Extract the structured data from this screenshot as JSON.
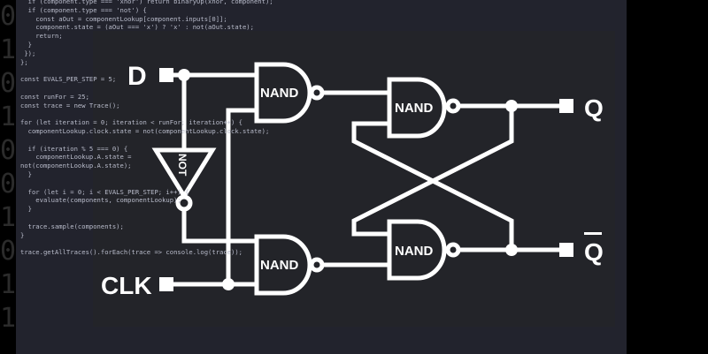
{
  "background_binary": "0\n1\n0\n1\n0\n0\n1\n0\n1\n1",
  "code_lines": [
    "  if (component.type === 'xnor') return binaryOp(xnor, component);",
    "  if (component.type === 'not') {",
    "    const aOut = componentLookup[component.inputs[0]];",
    "    component.state = (aOut === 'x') ? 'x' : not(aOut.state);",
    "    return;",
    "  }",
    " });",
    "};",
    "",
    "const EVALS_PER_STEP = 5;",
    "",
    "const runFor = 25;",
    "const trace = new Trace();",
    "",
    "for (let iteration = 0; iteration < runFor; iteration++) {",
    "  componentLookup.clock.state = not(componentLookup.clock.state);",
    "",
    "  if (iteration % 5 === 0) {",
    "    componentLookup.A.state = not(componentLookup.A.state);",
    "  }",
    "",
    "  for (let i = 0; i < EVALS_PER_STEP; i++) {",
    "    evaluate(components, componentLookup);",
    "  }",
    "",
    "  trace.sample(components);",
    "}",
    "",
    "trace.getAllTraces().forEach(trace => console.log(trace));"
  ],
  "diagram": {
    "inputs": {
      "d": "D",
      "clk": "CLK"
    },
    "outputs": {
      "q": "Q",
      "q_bar": "Q"
    },
    "gates": {
      "nand_top_left": "NAND",
      "nand_bottom_left": "NAND",
      "nand_top_right": "NAND",
      "nand_bottom_right": "NAND",
      "not": "NOT"
    },
    "colors": {
      "wire": "#ffffff",
      "gate_fill": "#232429"
    }
  }
}
